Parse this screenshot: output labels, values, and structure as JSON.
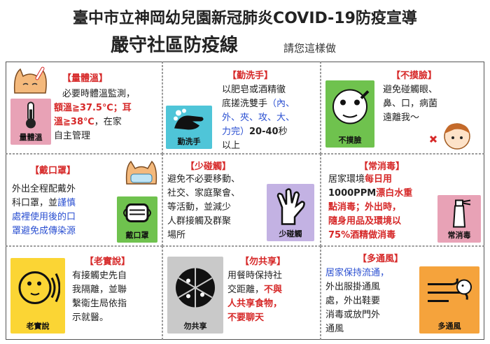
{
  "header": {
    "title": "臺中市立神岡幼兒園新冠肺炎COVID-19防疫宣導",
    "subtitle": "嚴守社區防疫線",
    "hint": "請您這樣做"
  },
  "colors": {
    "heading_red": "#d62828",
    "highlight_blue": "#2a4fd1",
    "pink": "#e8a2b6",
    "cyan": "#4fc5d8",
    "green": "#6fc24e",
    "yellow": "#fbd534",
    "orange": "#f5a33c",
    "purple": "#c3b2e3",
    "grey": "#c9c9c9"
  },
  "tiles": {
    "temp": {
      "heading": "【量體溫】",
      "icon_label": "量體溫",
      "icon_name": "thermometer-icon",
      "t1": "必要時體溫監測，",
      "t2": "額溫≧37.5℃；耳",
      "t3": "溫≧38℃",
      "t4": "，在家",
      "t5": "自主管理"
    },
    "wash": {
      "heading": "【勤洗手】",
      "icon_label": "勤洗手",
      "icon_name": "washing-hands-icon",
      "t1": "以肥皂或酒精徹",
      "t2a": "底搓洗雙手",
      "t2b": "（內、",
      "t3": "外、夾、攻、大、",
      "t4a": "力完）",
      "t4b": "20-40",
      "t4c": "秒",
      "t5": "以上"
    },
    "face": {
      "heading": "【不摸臉】",
      "icon_label": "不摸臉",
      "icon_name": "face-no-touch-icon",
      "t1": "避免碰觸眼、",
      "t2": "鼻、口，病菌",
      "t3": "遠離我～"
    },
    "mask": {
      "heading": "【戴口罩】",
      "icon_label": "戴口罩",
      "icon_name": "face-mask-icon",
      "t1": "外出全程配戴外",
      "t2a": "科口罩，並",
      "t2b": "謹慎",
      "t3": "處裡使用後的口",
      "t4": "罩避免成傳染源"
    },
    "gather": {
      "heading": "【少碰觸】",
      "icon_label": "少碰觸",
      "icon_name": "hand-gesture-icon",
      "t1": "避免不必要移動、",
      "t2": "社交、家庭聚會、",
      "t3": "等活動，並減少",
      "t4": "人群接觸及群聚",
      "t5": "場所"
    },
    "disinfect": {
      "heading": "【常消毒】",
      "icon_label": "常消毒",
      "icon_name": "spray-bottle-icon",
      "t1a": "居家環境",
      "t1b": "每日用",
      "t2a": "1000PPM",
      "t2b": "漂白水重",
      "t3": "點消毒；外出時，",
      "t4": "隨身用品及環境以",
      "t5": "75%酒精做消毒"
    },
    "honest": {
      "heading": "【老實說】",
      "icon_label": "老實說",
      "icon_name": "speaking-face-icon",
      "t1": "有接觸史先自",
      "t2": "我隔離，並聯",
      "t3": "繫衛生局依指",
      "t4": "示就醫。"
    },
    "noshare": {
      "heading": "【勿共享】",
      "icon_label": "勿共享",
      "icon_name": "pizza-icon",
      "t1": "用餐時保持社",
      "t2a": "交距離，",
      "t2b": "不與",
      "t3": "人共享食物，",
      "t4": "不要聊天"
    },
    "vent": {
      "heading": "【多通風】",
      "icon_label": "多通風",
      "icon_name": "wind-face-icon",
      "t1": "居家保持流通，",
      "t2": "外出服掛通風",
      "t3": "處，外出鞋要",
      "t4": "消毒或放門外",
      "t5": "通風"
    }
  }
}
